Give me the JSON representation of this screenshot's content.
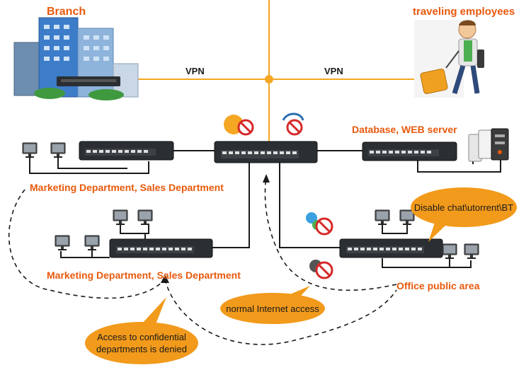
{
  "labels": {
    "branch": "Branch",
    "traveling": "traveling employees",
    "vpn_left": "VPN",
    "vpn_right": "VPN",
    "database": "Database, WEB server",
    "marketing_top": "Marketing Department, Sales Department",
    "marketing_bottom": "Marketing Department, Sales Department",
    "office": "Office public area"
  },
  "bubbles": {
    "disable": "Disable chat\\utorrent\\BT",
    "normal": "normal Internet access",
    "access_line1": "Access to confidential",
    "access_line2": "departments is denied"
  },
  "colors": {
    "label_orange": "#e8590c",
    "vpn_line": "#f5a623",
    "bubble_fill": "#f29a1b",
    "switch_body": "#2b2f33",
    "cable": "#1a1a1a",
    "block_red": "#d62828"
  },
  "icons": [
    "building-icon",
    "traveler-icon",
    "switch-icon",
    "computer-icon",
    "server-icon",
    "blocked-chat-icon",
    "blocked-download-icon"
  ]
}
